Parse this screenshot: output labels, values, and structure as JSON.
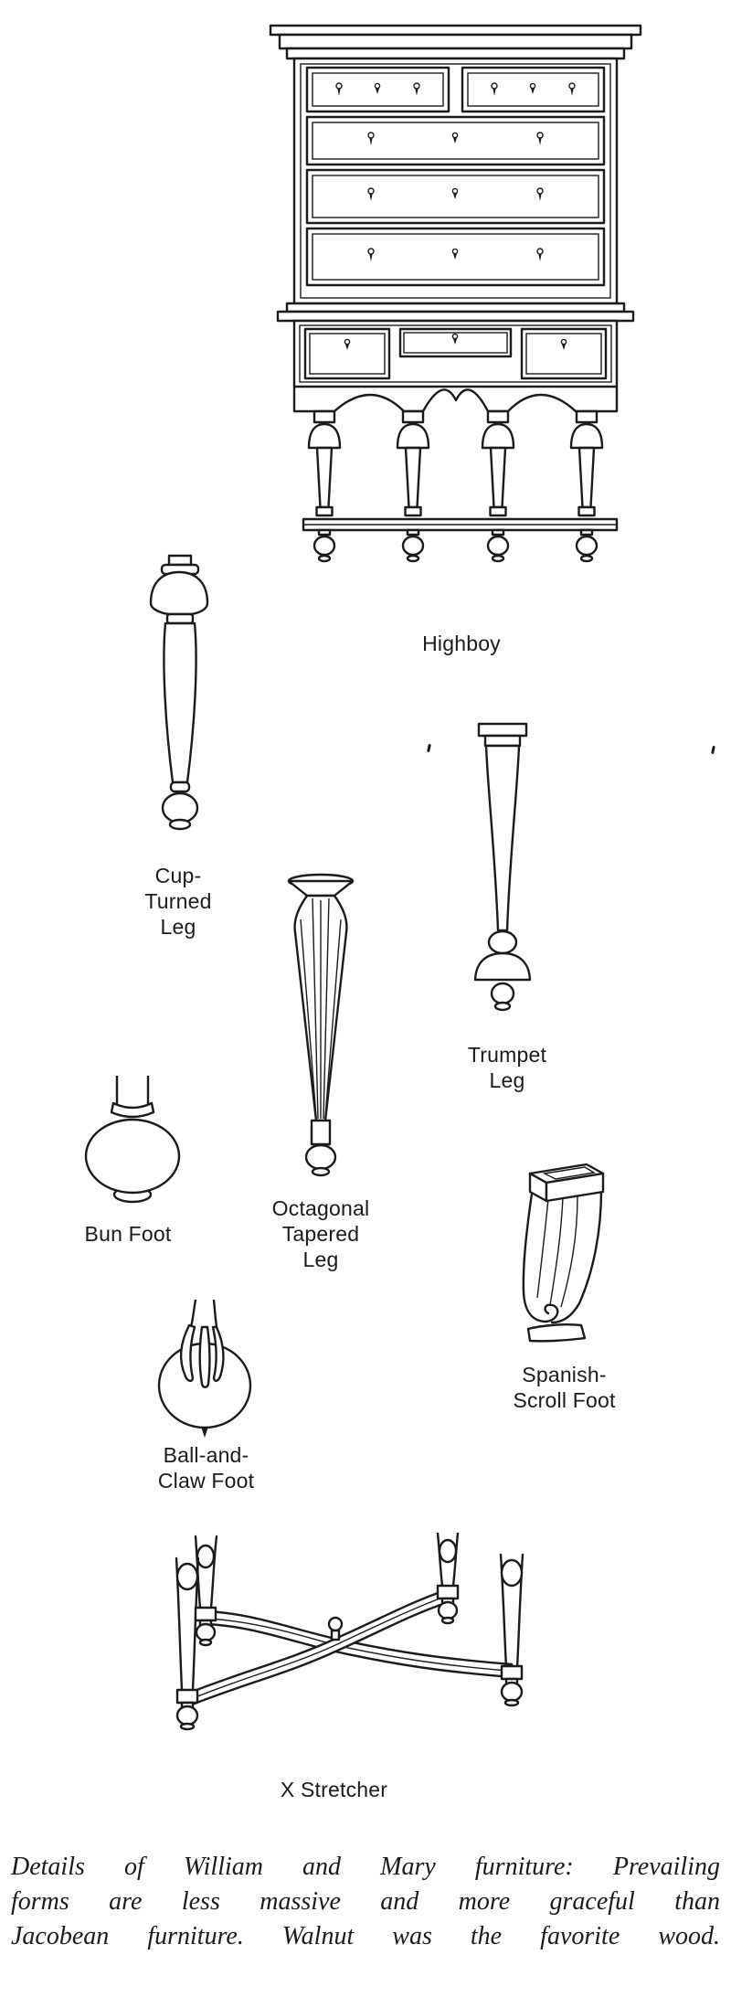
{
  "page": {
    "background": "#ffffff",
    "ink": "#1b1b1b"
  },
  "figures": {
    "highboy": {
      "label": "Highboy"
    },
    "cup_turned_leg": {
      "label": "Cup-\nTurned\nLeg"
    },
    "trumpet_leg": {
      "label": "Trumpet\nLeg"
    },
    "octagonal_tapered_leg": {
      "label": "Octagonal\nTapered\nLeg"
    },
    "bun_foot": {
      "label": "Bun Foot"
    },
    "spanish_scroll_foot": {
      "label": "Spanish-\nScroll Foot"
    },
    "ball_and_claw_foot": {
      "label": "Ball-and-\nClaw Foot"
    },
    "x_stretcher": {
      "label": "X Stretcher"
    }
  },
  "caption": {
    "lines": [
      "Details of William and Mary furniture: Prevailing",
      "forms are less massive and more graceful than",
      "Jacobean furniture. Walnut was the favorite wood."
    ]
  }
}
